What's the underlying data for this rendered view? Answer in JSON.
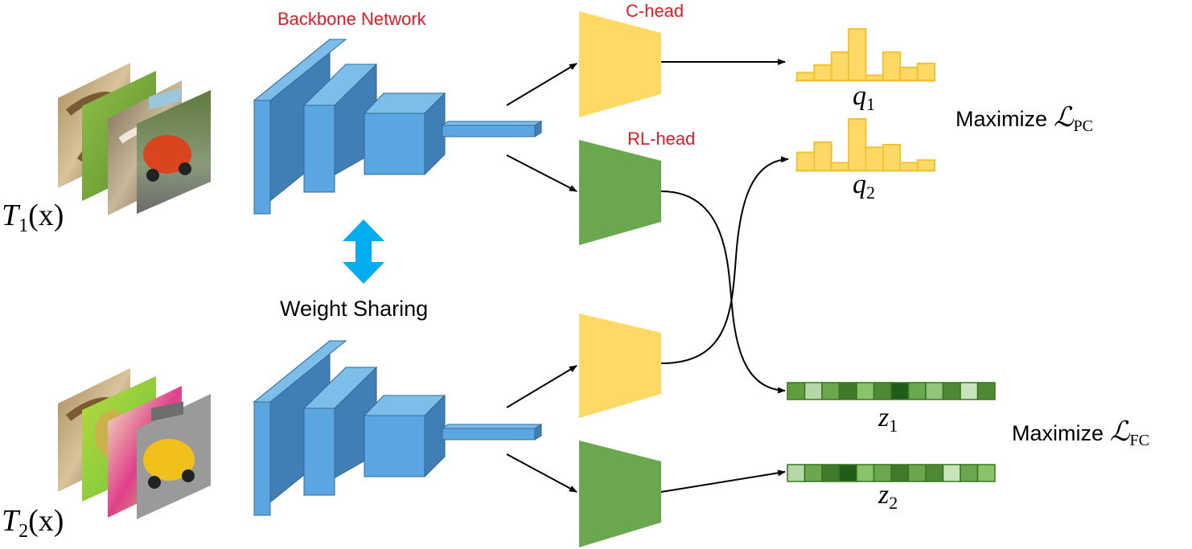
{
  "labels": {
    "backbone": "Backbone Network",
    "c_head": "C-head",
    "rl_head": "RL-head",
    "weight_sharing": "Weight Sharing"
  },
  "inputs": {
    "t1_letter": "T",
    "t1_sub": "1",
    "t1_arg": "(x)",
    "t2_letter": "T",
    "t2_sub": "2",
    "t2_arg": "(x)"
  },
  "outputs": {
    "q1_letter": "q",
    "q1_sub": "1",
    "q2_letter": "q",
    "q2_sub": "2",
    "z1_letter": "z",
    "z1_sub": "1",
    "z2_letter": "z",
    "z2_sub": "2"
  },
  "losses": {
    "maximize_text": "Maximize",
    "script_l": "ℒ",
    "pc_sub": "PC",
    "fc_sub": "FC"
  },
  "colors": {
    "backbone": "#4f9fd9",
    "backbone_dark": "#3f7fb5",
    "c_head": "#ffd966",
    "rl_head": "#6aa84f",
    "histogram": "#ffd966",
    "histogram_edge": "#f1c232",
    "red_label": "#e31b23",
    "arrow_double": "#00aeef"
  },
  "histograms": {
    "q1": [
      0.15,
      0.3,
      0.55,
      1.0,
      0.1,
      0.55,
      0.25,
      0.33
    ],
    "q2": [
      0.35,
      0.55,
      0.15,
      1.0,
      0.45,
      0.5,
      0.15,
      0.2
    ]
  },
  "feature_vectors": {
    "z1": [
      "#5f9e3c",
      "#b6d7a8",
      "#6aa84f",
      "#3d7a2a",
      "#8bc36a",
      "#4e8a36",
      "#1f5c1a",
      "#6aa84f",
      "#93c47d",
      "#4e8a36",
      "#c9e3bd",
      "#4e8a36"
    ],
    "z2": [
      "#b6d7a8",
      "#6aa84f",
      "#3d7a2a",
      "#1f5c1a",
      "#8bc36a",
      "#6aa84f",
      "#3d7a2a",
      "#6aa84f",
      "#4e8a36",
      "#c9e3bd",
      "#6aa84f",
      "#8bc36a"
    ]
  }
}
